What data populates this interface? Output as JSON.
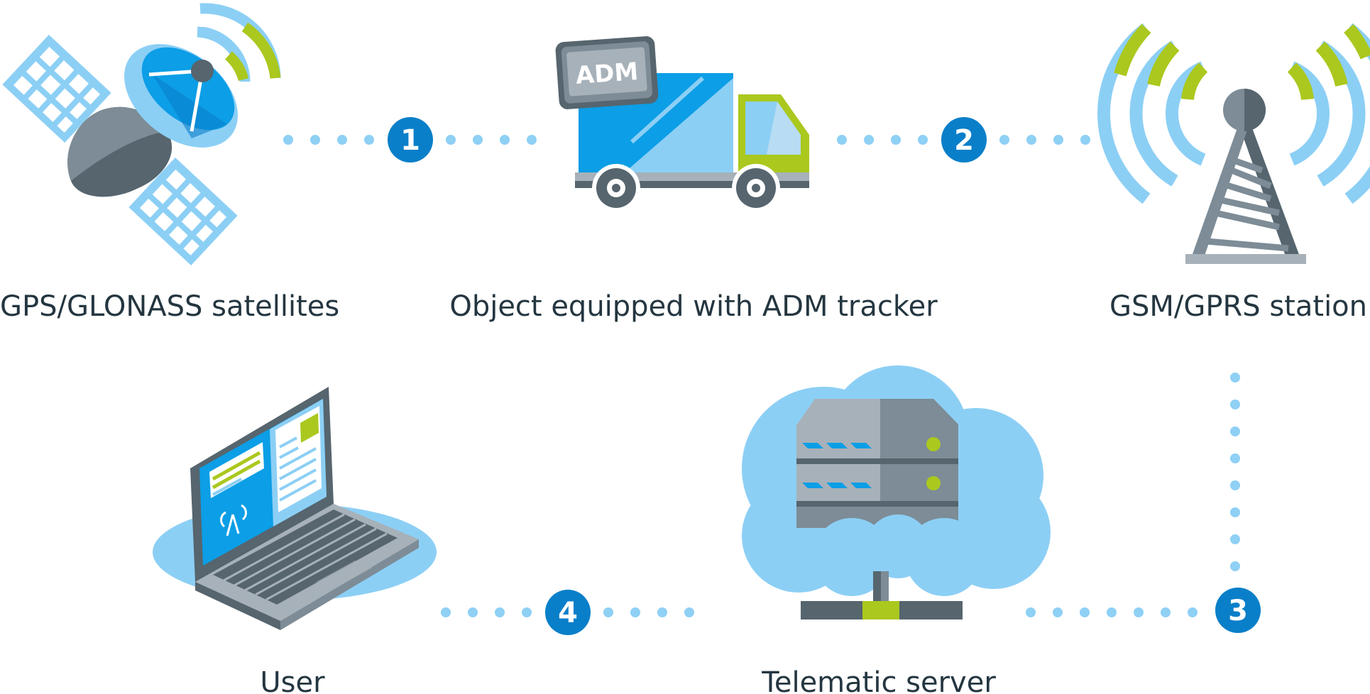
{
  "nodes": {
    "satellites": {
      "label": "GPS/GLONASS satellites"
    },
    "tracker": {
      "label": "Object equipped with ADM tracker",
      "badge": "ADM"
    },
    "station": {
      "label": "GSM/GPRS station"
    },
    "server": {
      "label": "Telematic server"
    },
    "user": {
      "label": "User"
    }
  },
  "steps": [
    "1",
    "2",
    "3",
    "4"
  ],
  "colors": {
    "accent_blue": "#0a7fc9",
    "dot_blue": "#8fd0f5",
    "light_blue": "#8ccff5",
    "mid_blue": "#0c9ee6",
    "green": "#aac81e",
    "slate": "#56656e",
    "gray": "#a7b1b9",
    "text": "#243640"
  },
  "icons": [
    "satellite-icon",
    "truck-icon",
    "cell-tower-icon",
    "server-cloud-icon",
    "laptop-icon"
  ]
}
